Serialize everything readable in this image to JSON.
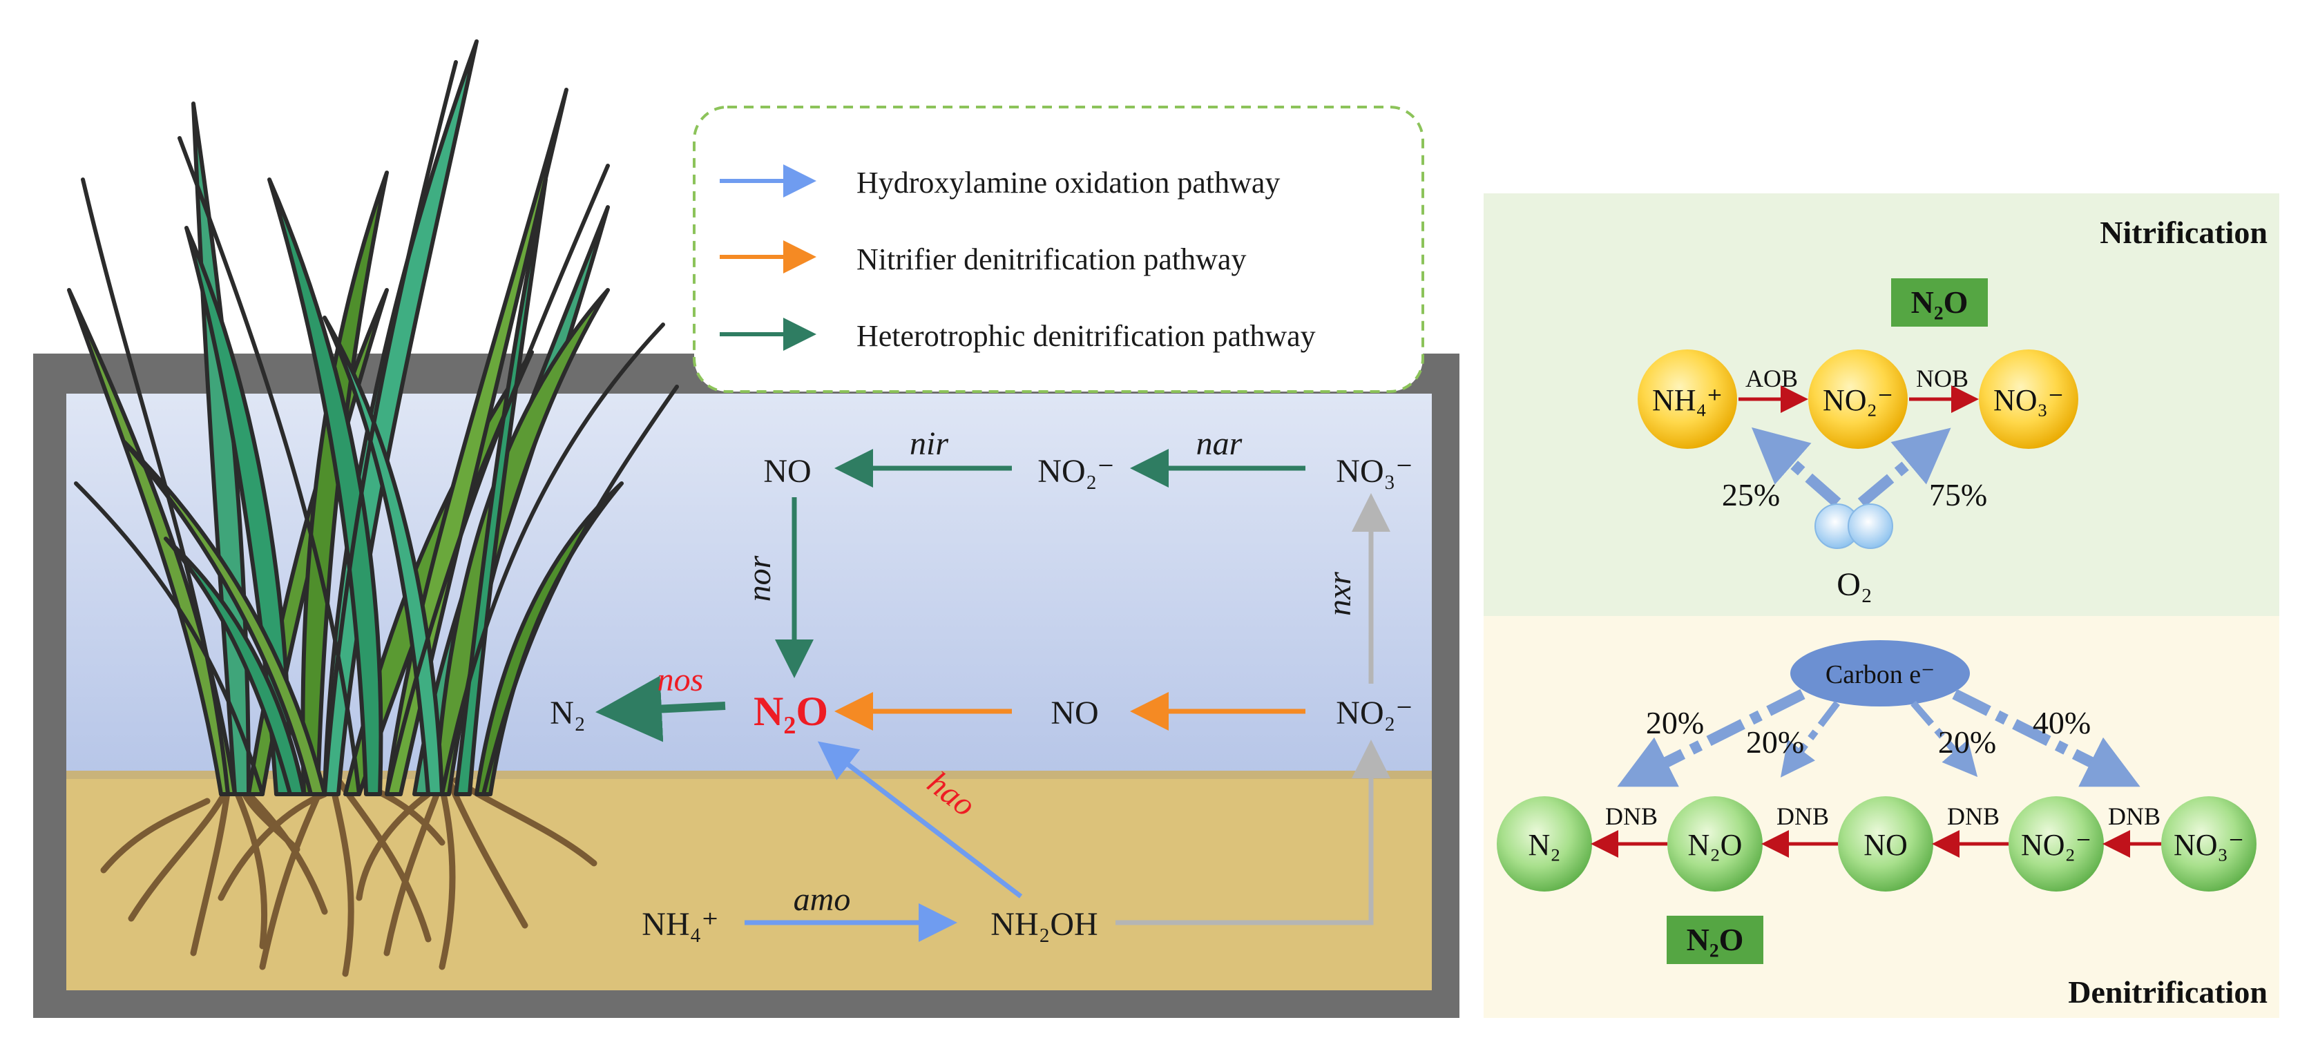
{
  "legend": {
    "items": [
      {
        "label": "Hydroxylamine oxidation pathway",
        "color": "#6f9cf0"
      },
      {
        "label": "Nitrifier denitrification pathway",
        "color": "#f58a23"
      },
      {
        "label": "Heterotrophic denitrification pathway",
        "color": "#2f7d62"
      }
    ]
  },
  "left_pathway": {
    "nodes": {
      "no_top": "NO",
      "no2_top": "NO₂⁻",
      "no3_top": "NO₃⁻",
      "n2": "N₂",
      "n2o": "N₂O",
      "no_mid": "NO",
      "no2_mid": "NO₂⁻",
      "nh4": "NH₄⁺",
      "nh2oh": "NH₂OH"
    },
    "enzymes": {
      "nir": "nir",
      "nar": "nar",
      "nor": "nor",
      "nxr": "nxr",
      "nos": "nos",
      "hao": "hao",
      "amo": "amo"
    },
    "colors": {
      "heterotrophic": "#2f7d62",
      "nitrifier": "#f58a23",
      "hydroxylamine": "#6f9cf0",
      "grey": "#b5b5b5",
      "highlight": "#ee1c24"
    }
  },
  "nitrification": {
    "title": "Nitrification",
    "n2o_badge": "N₂O",
    "nodes": [
      "NH₄⁺",
      "NO₂⁻",
      "NO₃⁻"
    ],
    "edge_labels": [
      "AOB",
      "NOB"
    ],
    "o2_label": "O₂",
    "percentages": [
      "25%",
      "75%"
    ],
    "background": "#eaf3e0"
  },
  "denitrification": {
    "title": "Denitrification",
    "n2o_badge": "N₂O",
    "carbon_label": "Carbon e⁻",
    "nodes": [
      "N₂",
      "N₂O",
      "NO",
      "NO₂⁻",
      "NO₃⁻"
    ],
    "edge_labels": [
      "DNB",
      "DNB",
      "DNB",
      "DNB"
    ],
    "percentages": [
      "20%",
      "20%",
      "20%",
      "40%"
    ],
    "background": "#fdf8e6"
  }
}
